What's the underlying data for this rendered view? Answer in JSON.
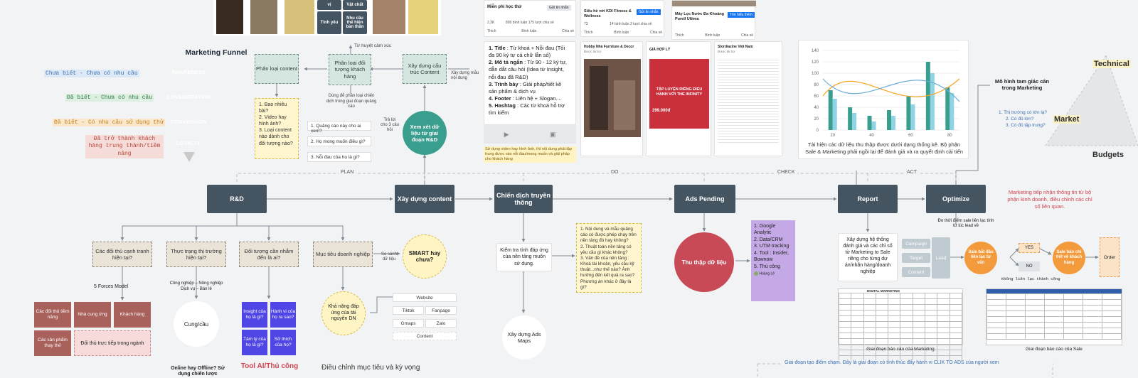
{
  "funnel": {
    "title": "Marketing Funnel",
    "stages": [
      {
        "label": "AWARENESS",
        "color": "#2f8ee8",
        "note": "Chưa biết - Chưa có nhu cầu",
        "note_color": "#3a6fb0"
      },
      {
        "label": "CONSIDERATION",
        "color": "#3fb55a",
        "note": "Đã biết - Chưa có nhu cầu",
        "note_color": "#2e7a44"
      },
      {
        "label": "CONVERSION",
        "color": "#f2b322",
        "note": "Đã biết - Có nhu cầu sử dụng thử",
        "note_color": "#c07d18"
      },
      {
        "label": "LOYALTY",
        "color": "#e2533a",
        "note": "Đã trở thành khách hàng trung thành/tiềm năng",
        "note_color": "#b8433a"
      }
    ]
  },
  "top_nodes": {
    "phan_loai_content": "Phân loại content",
    "phan_loai_doi_tuong": "Phân loại đối tượng khách hàng",
    "xay_dung_cau_truc": "Xây dựng cấu trúc Content",
    "tu_huyet_cam_xuc": "Từ huyệt cảm xúc",
    "xay_dung_mau_noi_dung": "Xây dựng mẫu nội dung",
    "dung_de_phan_loai": "Dùng để phân loại chiến dịch trong giai đoạn quảng cáo",
    "tra_loi_3_cau_hoi": "Trả lời cho 3 câu hỏi",
    "xem_xet": "Xem xét dữ liệu từ giai đoạn R&D",
    "content_questions": [
      "1. Bao nhiêu bài?",
      "2. Video hay hình ảnh?",
      "3. Loại content nào dành cho đối tượng nào?"
    ],
    "three_questions": [
      "1. Quảng cáo này cho ai xem?",
      "2. Họ mong muốn điều gì?",
      "3. Nỗi đau của họ là gì?"
    ],
    "tinh_yeu": "Tình yêu",
    "nhu_cau": "Nhu cầu thể hiện bản thân",
    "vi": "vị",
    "vi_chat": "Vật chất"
  },
  "content_template": {
    "items": [
      {
        "k": "Title",
        "v": "Từ khoá + Nỗi đau (Tối đa 90 ký tự cả chữ lẫn số)"
      },
      {
        "k": "Mô tả ngắn",
        "v": "Từ 90 - 12 ký tự, dẫn dắt câu hỏi (Idea từ Insight, nỗi đau đã R&D)"
      },
      {
        "k": "Trình bày",
        "v": "Giải pháp/tiết kê sản phẩm & dịch vụ"
      },
      {
        "k": "Footer",
        "v": "Liên hệ + Slogan...."
      },
      {
        "k": "Hashtag",
        "v": "Các từ khoá hỗ trợ tìm kiếm"
      }
    ],
    "note": "Sử dụng video hay hình ảnh, thì nội dung phải tập trung được vào nỗi đau/mong muốn và giải pháp cho khách hàng"
  },
  "ads": [
    {
      "brand": "Miễn phí học thử",
      "cta": "Gửi tin nhắn",
      "likes": "2,3K",
      "stats": "809 bình luận  175 lượt chia sẻ"
    },
    {
      "brand": "Siêu hè với KDI Fitness & Wellness",
      "cta": "Gửi tin nhắn",
      "likes": "73",
      "stats": "14 bình luận  3 lượt chia sẻ"
    },
    {
      "brand": "Máy Lọc Nước Ða Khoáng Purell Ultima",
      "cta": "Tìm hiểu thêm",
      "likes": "",
      "stats": ""
    }
  ],
  "ad_actions": [
    "Thích",
    "Bình luận",
    "Chia sẻ"
  ],
  "ad_cards": [
    {
      "title": "Hobby Nhà Furniture & Decor",
      "sub": "Được tài trợ"
    },
    {
      "title": "GIÁ HỢP LÝ",
      "sub": "TẬP LUYỆN RIÊNG ĐIỂU HANH VỚI THE INFINITY",
      "price": "299.000đ"
    },
    {
      "title": "Stordiazine Việt Nam",
      "sub": "Được tài trợ"
    }
  ],
  "chart_caption": "Tài hiện các dữ liệu thu thập được dưới dạng thống kê. Bộ phận Sale & Marketing phải ngồi lại để đánh giá và ra quyết định cải tiến",
  "chart_data": {
    "type": "bar",
    "x": [
      20,
      30,
      40,
      50,
      60,
      70,
      80
    ],
    "ylim": [
      0,
      140
    ],
    "yticks": [
      "0",
      "20",
      "40",
      "60",
      "80",
      "100",
      "120",
      "140"
    ],
    "xticks": [
      "20",
      "40",
      "60",
      "80"
    ],
    "series": [
      {
        "values": [
          70,
          40,
          25,
          35,
          60,
          120,
          75
        ]
      },
      {
        "values": [
          55,
          30,
          15,
          25,
          45,
          100,
          65
        ]
      }
    ]
  },
  "triangle": {
    "model": "Mô hình tam giác cân trong Marketing",
    "technical": "Technical",
    "market": "Market",
    "budgets": "Budgets",
    "questions": [
      "1. Thị trường có lớn lạ?",
      "2. Có đủ lớn?",
      "3. Có đủ tập trung?"
    ]
  },
  "phases": {
    "plan": "PLAN",
    "do": "DO",
    "check": "CHECK",
    "act": "ACT"
  },
  "main_nodes": {
    "rd": "R&D",
    "xay_dung_content": "Xây dựng content",
    "chien_dich": "Chiến dịch truyền thông",
    "ads_pending": "Ads Pending",
    "report": "Report",
    "optimize": "Optimize"
  },
  "optimize_note": "Marketing tiếp nhận thông tin từ bộ phận kinh doanh, điều chỉnh các chỉ số liên quan.",
  "rd_branches": {
    "doi_thu": "Các đối thủ cạnh tranh hiện tại?",
    "thuc_trang": "Thực trạng thị trường hiện tại?",
    "doi_tuong": "Đối tượng cần nhắm đến là ai?",
    "muc_tieu": "Mục tiêu doanh nghiệp",
    "so_sanh": "So sánh dữ liệu",
    "smart": "SMART hay chưa?",
    "five_forces": "5 Forces Model",
    "cong_nghiep": "Công nghiệp – Nông nghiệp Dịch vụ – Bán lẻ",
    "cung_cau": "Cung/cầu",
    "online_offline": "Online hay Offline? Sử dụng chiến lược",
    "kha_nang": "Khả năng đáp ứng của tài nguyên DN",
    "tool": "Tool AI/Thủ công",
    "dieu_chinh": "Điều chỉnh mục tiêu và kỳ vọng",
    "brown_boxes": [
      "Các đối thủ tiềm năng",
      "Nhà cung ứng",
      "Khách hàng",
      "Các sản phẩm thay thế",
      "Đối thủ trực tiếp trong ngành"
    ],
    "purple_boxes": [
      "Insight của họ là gì?",
      "Hành vi của họ ra sao?",
      "Tâm lý của họ là gì?",
      "Sở thích của họ?"
    ],
    "platforms": [
      "Website",
      "Tiktok",
      "Fanpage",
      "Gmaps",
      "Zalo",
      "Content"
    ]
  },
  "campaign": {
    "kiem_tra": "Kiểm tra tính đáp ứng của nền tảng muốn sử dụng.",
    "checklist": [
      "1. Nội dung và mẫu quảng cáo có được phép chạy trên nền tảng đó hay không?",
      "2. Thuật toán nền tảng có yêu cầu gì khác không?",
      "3. Vấn đề của nền tảng : Khoá tài khoản, yêu cầu kỹ thuật...như thế nào? Ảnh hưởng đến kết quả ra sao? Phương án khác ở đây là gì?"
    ],
    "ads_maps": "Xây dựng Ads Maps"
  },
  "ads_pending": {
    "thu_thap": "Thu thập dữ liệu",
    "tools": [
      "1. Google Analytic",
      "2. Data/CRM",
      "3. UTM tracking",
      "4. Tool : Insider, Bownow",
      "5. Thủ công"
    ],
    "user": "Hoàng Lê"
  },
  "report_area": {
    "xay_dung": "Xây dựng hệ thống đánh giá và các chỉ số từ Marketing to Sale riêng cho từng dự án/nhãn hàng/doanh nghiệp",
    "labels": [
      "Campaign",
      "Target",
      "Content"
    ],
    "lead": "Lead",
    "do_thoi_diem": "Đo thời điểm sale liên lạc tính từ lúc lead về",
    "sale_bat": "Sale bắt đầu liên lạc tư vấn",
    "sale_bao": "Sale báo chi tiết về khách hàng",
    "yes": "YES",
    "no": "NO",
    "khong_lien_lac": "Không liên lạc thành công",
    "order": "Order",
    "caption_mkt": "Giai đoạn báo cáo của Marketing",
    "caption_sale": "Giai đoạn báo cáo của Sale",
    "table_header": "DIGITAL MARKETING",
    "bottom_note": "Giai đoạn tạo điểm chạm. Đây là giai đoạn có tính thúc đẩy hành vi CLIK TO ADS của người xem"
  },
  "colors": {
    "dark": "#445461",
    "red_circle": "#c94a57",
    "teal": "#3a9e8f",
    "orange": "#f39a3c",
    "purple": "#4f46e5",
    "lilac": "#c5a9e6"
  }
}
